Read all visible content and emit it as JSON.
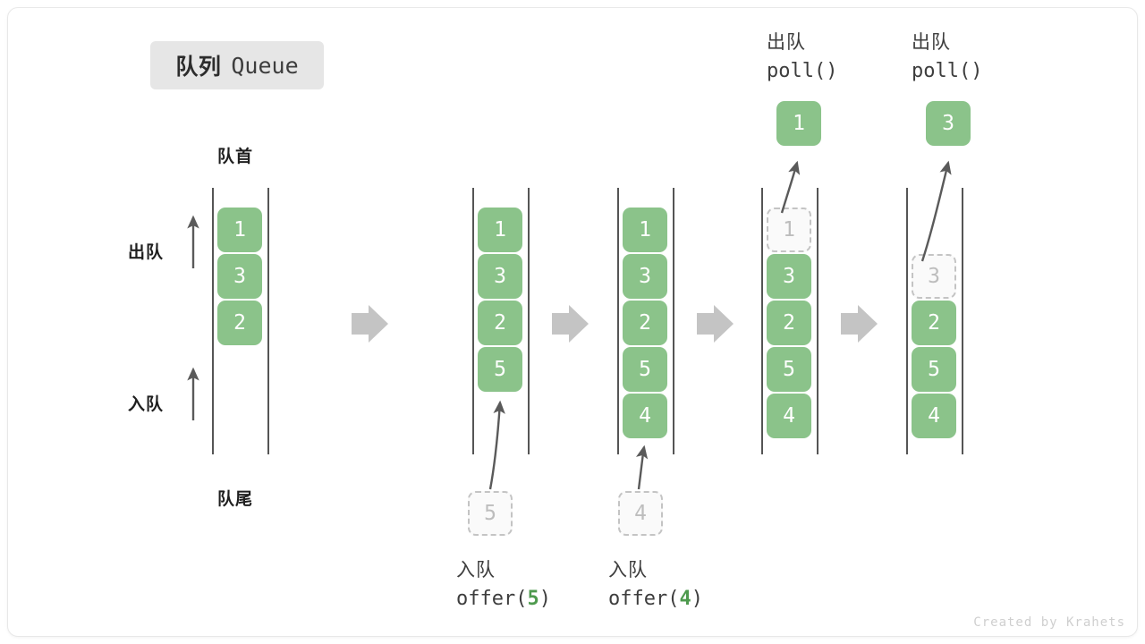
{
  "title": {
    "cn": "队列",
    "en": "Queue"
  },
  "side_labels": {
    "head": "队首",
    "tail": "队尾",
    "dequeue": "出队",
    "enqueue": "入队"
  },
  "watermark": "Created by Krahets",
  "colors": {
    "element_green": "#8bc38a",
    "ghost_fill": "#fafafa",
    "ghost_border": "#c4c4c4",
    "rail": "#555555",
    "arrow": "#5a5a5a",
    "step_arrow": "#c4c4c4",
    "badge_bg": "#e6e6e6",
    "text_dark": "#3d3d3d",
    "accent_number": "#4e9a4e"
  },
  "columns": [
    {
      "id": "initial",
      "slots": [
        "1",
        "3",
        "2",
        "",
        ""
      ],
      "ghost_index": null,
      "caption_cn": "",
      "caption_code": "",
      "caption_arg": "",
      "incoming_value": "",
      "popped_value": ""
    },
    {
      "id": "after-offer-5",
      "slots": [
        "1",
        "3",
        "2",
        "5",
        ""
      ],
      "ghost_index": null,
      "caption_cn": "入队",
      "caption_code": "offer(",
      "caption_arg": "5",
      "caption_code_end": ")",
      "incoming_value": "5",
      "popped_value": ""
    },
    {
      "id": "after-offer-4",
      "slots": [
        "1",
        "3",
        "2",
        "5",
        "4"
      ],
      "ghost_index": null,
      "caption_cn": "入队",
      "caption_code": "offer(",
      "caption_arg": "4",
      "caption_code_end": ")",
      "incoming_value": "4",
      "popped_value": ""
    },
    {
      "id": "after-poll-1",
      "slots": [
        "1",
        "3",
        "2",
        "5",
        "4"
      ],
      "ghost_index": 0,
      "caption_cn": "出队",
      "caption_code": "poll()",
      "caption_arg": "",
      "caption_code_end": "",
      "incoming_value": "",
      "popped_value": "1"
    },
    {
      "id": "after-poll-3",
      "slots": [
        "",
        "3",
        "2",
        "5",
        "4"
      ],
      "ghost_index": 1,
      "caption_cn": "出队",
      "caption_code": "poll()",
      "caption_arg": "",
      "caption_code_end": "",
      "incoming_value": "",
      "popped_value": "3"
    }
  ],
  "step_arrows_count": 4
}
